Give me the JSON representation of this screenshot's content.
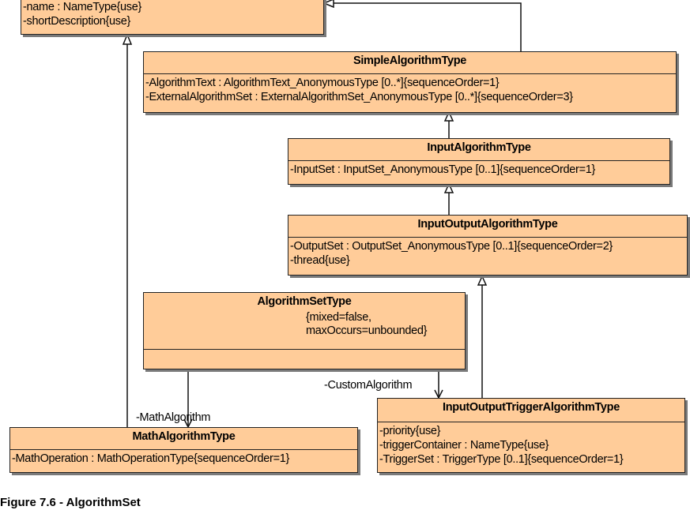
{
  "classes": {
    "top_partial": {
      "attrs": [
        "-name : NameType{use}",
        "-shortDescription{use}"
      ]
    },
    "simple": {
      "name": "SimpleAlgorithmType",
      "attrs": [
        "-AlgorithmText : AlgorithmText_AnonymousType [0..*]{sequenceOrder=1}",
        "-ExternalAlgorithmSet : ExternalAlgorithmSet_AnonymousType [0..*]{sequenceOrder=3}"
      ]
    },
    "input": {
      "name": "InputAlgorithmType",
      "attrs": [
        "-InputSet : InputSet_AnonymousType [0..1]{sequenceOrder=1}"
      ]
    },
    "input_output": {
      "name": "InputOutputAlgorithmType",
      "attrs": [
        "-OutputSet : OutputSet_AnonymousType [0..1]{sequenceOrder=2}",
        "-thread{use}"
      ]
    },
    "algorithm_set": {
      "name": "AlgorithmSetType",
      "constraint": [
        "{mixed=false,",
        "maxOccurs=unbounded}"
      ]
    },
    "math": {
      "name": "MathAlgorithmType",
      "attrs": [
        "-MathOperation : MathOperationType{sequenceOrder=1}"
      ]
    },
    "trigger": {
      "name": "InputOutputTriggerAlgorithmType",
      "attrs": [
        "-priority{use}",
        "-triggerContainer : NameType{use}",
        "-TriggerSet : TriggerType [0..1]{sequenceOrder=1}"
      ]
    }
  },
  "roles": {
    "math": "-MathAlgorithm",
    "custom": "-CustomAlgorithm"
  },
  "caption": "Figure 7.6 - AlgorithmSet",
  "colors": {
    "class_fill": "#ffcc99",
    "border": "#222222",
    "shadow": "#7a7a7a"
  }
}
